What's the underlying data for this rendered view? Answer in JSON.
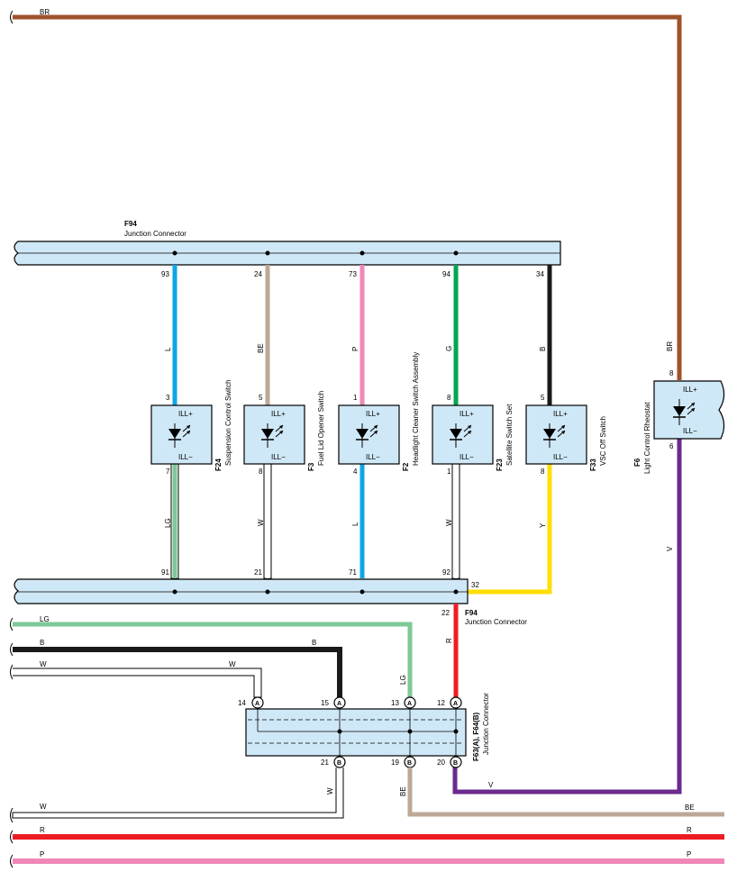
{
  "wire_colors": {
    "BR": "#a0522d",
    "L": "#0fa6e6",
    "BE": "#bda897",
    "P": "#ef87b8",
    "G": "#00a651",
    "B": "#1a1a1a",
    "LG": "#7ec997",
    "W": "#ffffff",
    "Y": "#ffde00",
    "R": "#ed1c24",
    "V": "#6a2a8e"
  },
  "component_fill": "#cfe8f7",
  "top_bus": {
    "code": "F94",
    "desc": "Junction Connector"
  },
  "bottom_bus": {
    "code": "F94",
    "desc": "Junction Connector"
  },
  "top_wires": [
    {
      "label": "BR",
      "to": "F6",
      "label_at_rheostat": "BR"
    }
  ],
  "switches": [
    {
      "code": "F24",
      "desc": "Suspension Control Switch",
      "top_pin": "3",
      "bottom_pin": "7",
      "bus_top_pin": "93",
      "bus_bottom_pin": "91",
      "upper_wire": "L",
      "lower_wire": "LG",
      "ill_plus": "ILL+",
      "ill_minus": "ILL−"
    },
    {
      "code": "F3",
      "desc": "Fuel Lid Opener Switch",
      "top_pin": "5",
      "bottom_pin": "8",
      "bus_top_pin": "24",
      "bus_bottom_pin": "21",
      "upper_wire": "BE",
      "lower_wire": "W",
      "ill_plus": "ILL+",
      "ill_minus": "ILL−"
    },
    {
      "code": "F2",
      "desc": "Headlight Cleaner Switch Assembly",
      "top_pin": "1",
      "bottom_pin": "4",
      "bus_top_pin": "73",
      "bus_bottom_pin": "71",
      "upper_wire": "P",
      "lower_wire": "L",
      "ill_plus": "ILL+",
      "ill_minus": "ILL−"
    },
    {
      "code": "F23",
      "desc": "Satellite Switch Set",
      "top_pin": "8",
      "bottom_pin": "1",
      "bus_top_pin": "94",
      "bus_bottom_pin": "92",
      "upper_wire": "G",
      "lower_wire": "W",
      "ill_plus": "ILL+",
      "ill_minus": "ILL−"
    },
    {
      "code": "F33",
      "desc": "VSC Off Switch",
      "top_pin": "5",
      "bottom_pin": "8",
      "bus_top_pin": "34",
      "bus_bottom_pin": "32",
      "upper_wire": "B",
      "lower_wire": "Y",
      "ill_plus": "ILL+",
      "ill_minus": "ILL−"
    }
  ],
  "rheostat": {
    "code": "F6",
    "desc": "Light Control Rheostat",
    "top_pin": "8",
    "bottom_pin": "6",
    "upper_wire": "BR",
    "lower_wire": "V",
    "ill_plus": "ILL+",
    "ill_minus": "ILL−"
  },
  "bus_out_pin": "22",
  "bus_out_wire": "R",
  "junction": {
    "code": "F63(A), F64(B)",
    "desc": "Junction Connector",
    "top_pins": [
      {
        "num": "14",
        "conn": "A"
      },
      {
        "num": "15",
        "conn": "A"
      },
      {
        "num": "13",
        "conn": "A"
      },
      {
        "num": "12",
        "conn": "A"
      }
    ],
    "bottom_pins": [
      {
        "num": "21",
        "conn": "B"
      },
      {
        "num": "19",
        "conn": "B"
      },
      {
        "num": "20",
        "conn": "B"
      }
    ]
  },
  "left_wires": [
    {
      "label": "LG",
      "label_near_junction": "LG"
    },
    {
      "label": "B",
      "label_near_junction": "B"
    },
    {
      "label": "W",
      "label_near_junction": "W"
    }
  ],
  "bottom_wires": [
    {
      "label": "W",
      "label_on_drop": "W"
    },
    {
      "label": "R",
      "label_right": "R"
    },
    {
      "label": "P",
      "label_right": "P"
    }
  ],
  "junction_out": {
    "be_label_drop": "BE",
    "be_label_right": "BE",
    "v_label": "V",
    "v_label_rise": "V",
    "r_label_drop": "R"
  }
}
